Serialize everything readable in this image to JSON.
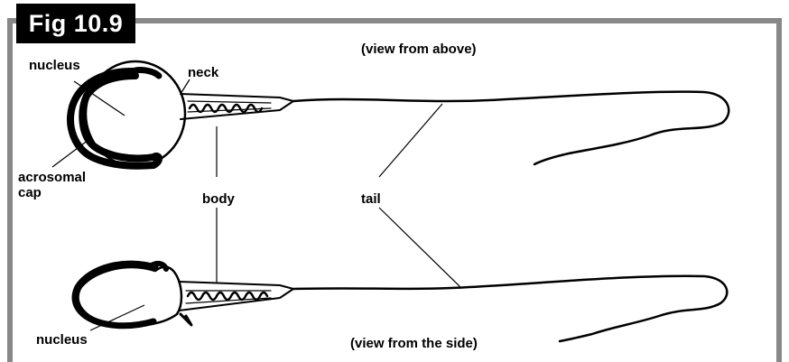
{
  "figure": {
    "badge": "Fig 10.9",
    "views": {
      "top": "(view from above)",
      "bottom": "(view from the side)"
    },
    "labels": {
      "nucleus_top": "nucleus",
      "neck": "neck",
      "acrosomal_cap": "acrosomal\ncap",
      "body": "body",
      "tail": "tail",
      "nucleus_bottom": "nucleus"
    }
  }
}
